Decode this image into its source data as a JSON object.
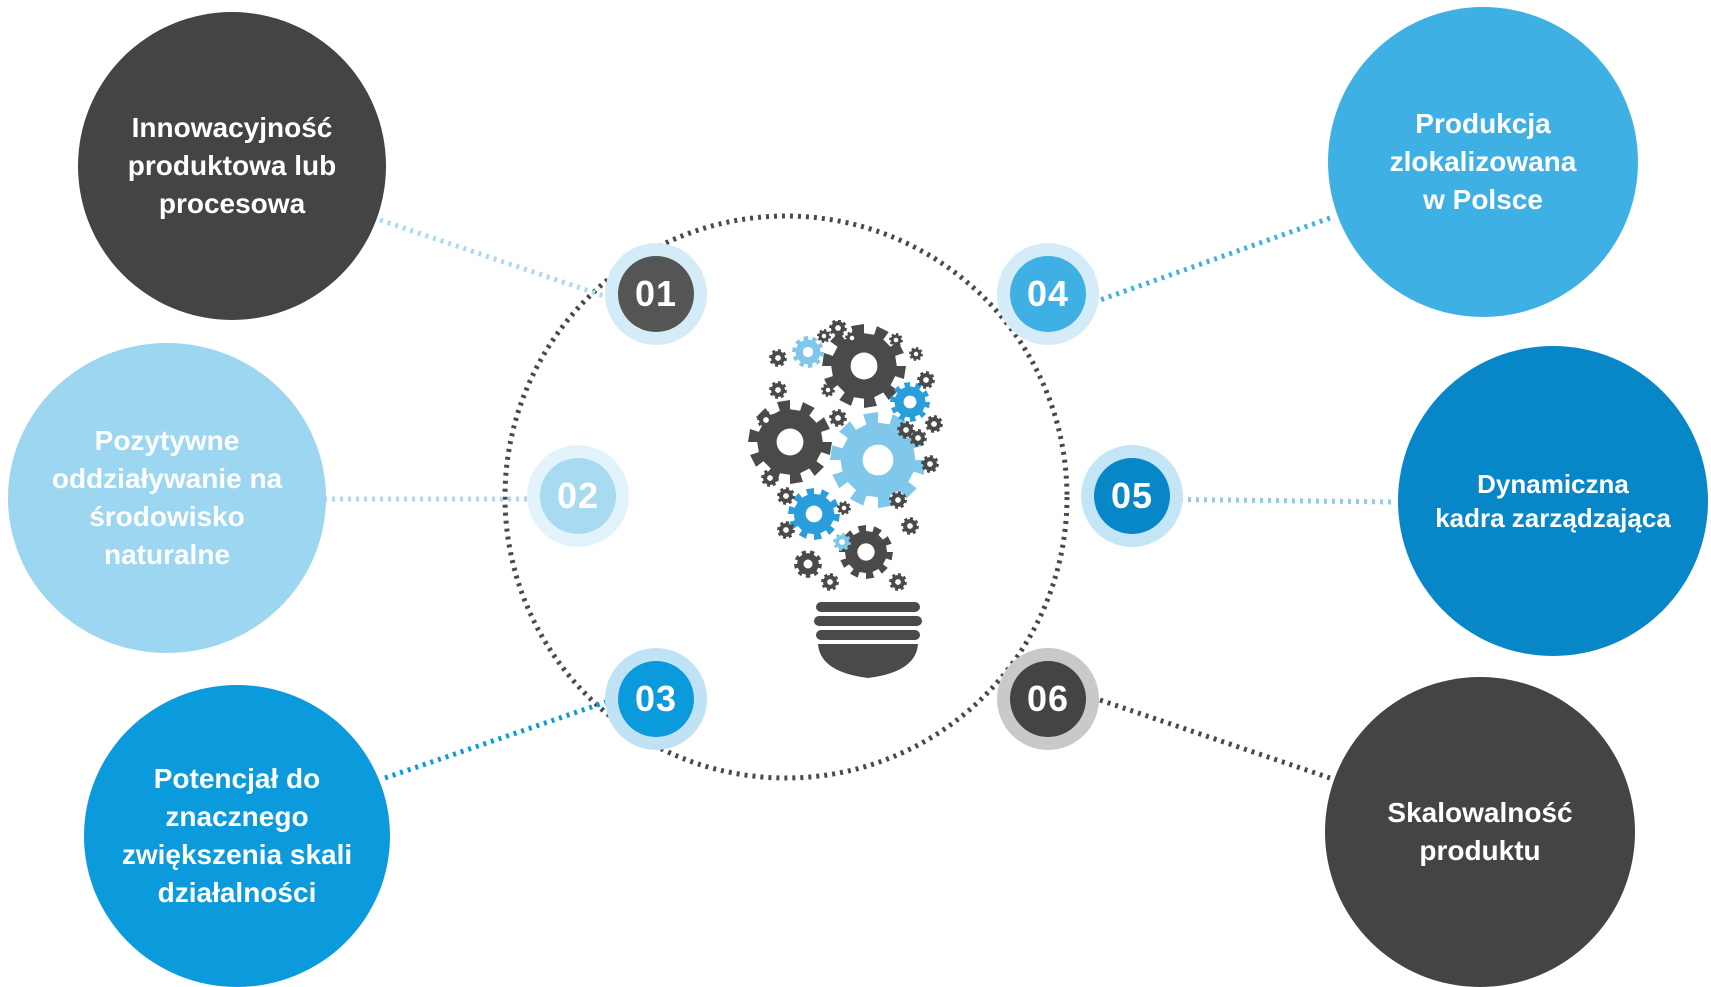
{
  "colors": {
    "dark_gray": "#444444",
    "light_blue": "#9dd6f1",
    "sky_blue": "#3fb0e4",
    "mid_blue": "#0b9bdd",
    "deep_blue": "#0887c8",
    "pale_halo": "#d4ecf8",
    "gray_halo": "#c9c9c9"
  },
  "icon": "lightbulb-with-gears-icon",
  "items": [
    {
      "number": "01",
      "label": "Innowacyjność\nproduktowa lub\nprocesowa"
    },
    {
      "number": "02",
      "label": "Pozytywne\noddziaływanie na\nśrodowisko\nnaturalne"
    },
    {
      "number": "03",
      "label": "Potencjał do\nznacznego\nzwiększenia skali\ndziałalności"
    },
    {
      "number": "04",
      "label": "Produkcja\nzlokalizowana\nw Polsce"
    },
    {
      "number": "05",
      "label": "Dynamiczna\nkadra zarządzająca"
    },
    {
      "number": "06",
      "label": "Skalowalność\nproduktu"
    }
  ]
}
